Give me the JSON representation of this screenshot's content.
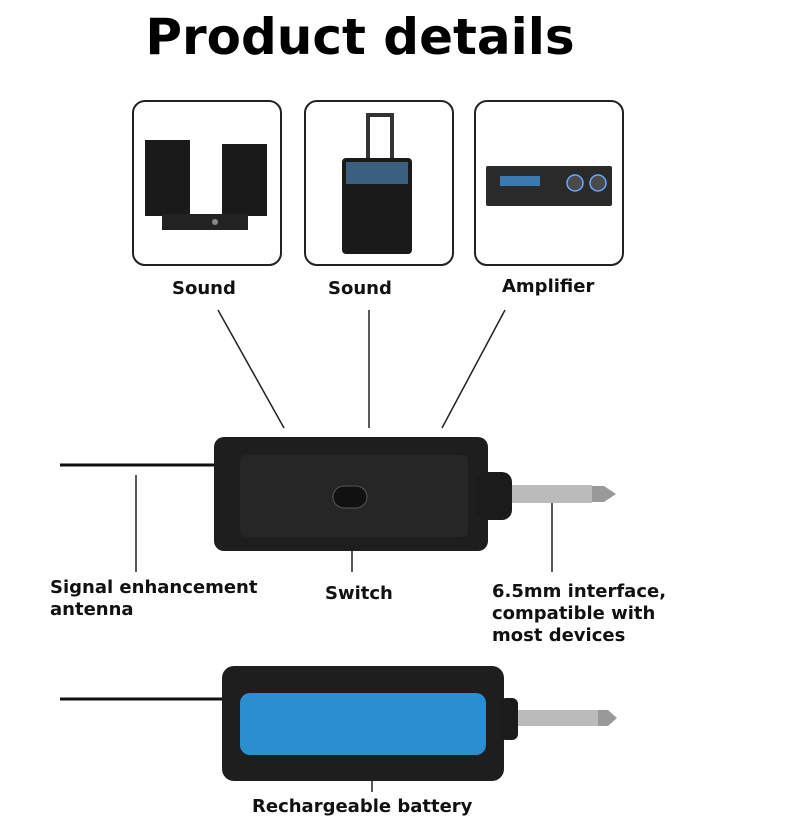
{
  "title": "Product details",
  "devices": [
    {
      "label": "Sound"
    },
    {
      "label": "Sound"
    },
    {
      "label": "Amplifier"
    }
  ],
  "callouts": {
    "antenna": "Signal enhancement\nantenna",
    "antenna_line1": "Signal enhancement",
    "antenna_line2": "antenna",
    "switch": "Switch",
    "interface_line1": "6.5mm interface,",
    "interface_line2": "compatible with",
    "interface_line3": "most devices",
    "battery": "Rechargeable battery"
  },
  "colors": {
    "device_body": "#1e1e1e",
    "battery": "#2a8fd0"
  }
}
